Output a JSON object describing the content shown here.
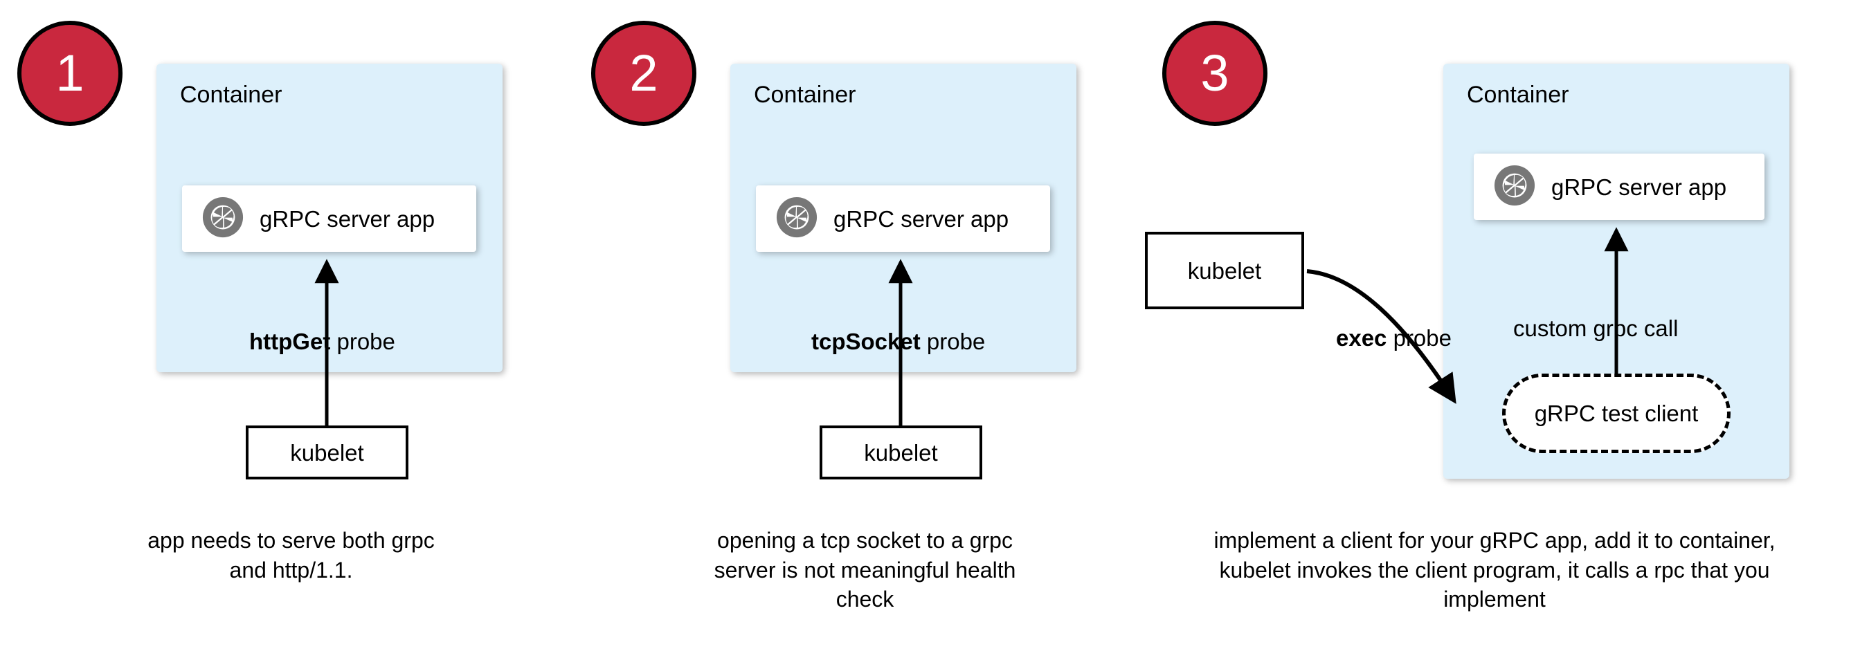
{
  "diagram": {
    "title_colors": {
      "badge_fill": "#c9283e",
      "badge_border": "#000000",
      "badge_text": "#ffffff",
      "container_fill": "#ddf0fb",
      "card_fill": "#ffffff",
      "stroke": "#000000",
      "divider": "#b3b3b3",
      "grpc_logo": "#777777",
      "page_background": "#ffffff"
    },
    "panels": [
      {
        "step_number": "1",
        "container_label": "Container",
        "app_card_label": "gRPC server app",
        "app_icon": "grpc-aperture-icon",
        "probe_label_bold": "httpGet",
        "probe_label_rest": " probe",
        "kubelet_label": "kubelet",
        "caption": "app needs to serve both grpc and http/1.1."
      },
      {
        "step_number": "2",
        "container_label": "Container",
        "app_card_label": "gRPC server app",
        "app_icon": "grpc-aperture-icon",
        "probe_label_bold": "tcpSocket",
        "probe_label_rest": " probe",
        "kubelet_label": "kubelet",
        "caption": "opening a tcp socket to a grpc server is not meaningful health check"
      },
      {
        "step_number": "3",
        "container_label": "Container",
        "app_card_label": "gRPC server app",
        "app_icon": "grpc-aperture-icon",
        "probe_label_bold": "exec",
        "probe_label_rest": " probe",
        "call_label": "custom grpc call",
        "kubelet_label": "kubelet",
        "test_client_label": "gRPC test client",
        "caption": "implement a client for your gRPC app, add it to container, kubelet invokes the client program, it calls a rpc that you implement"
      }
    ]
  }
}
